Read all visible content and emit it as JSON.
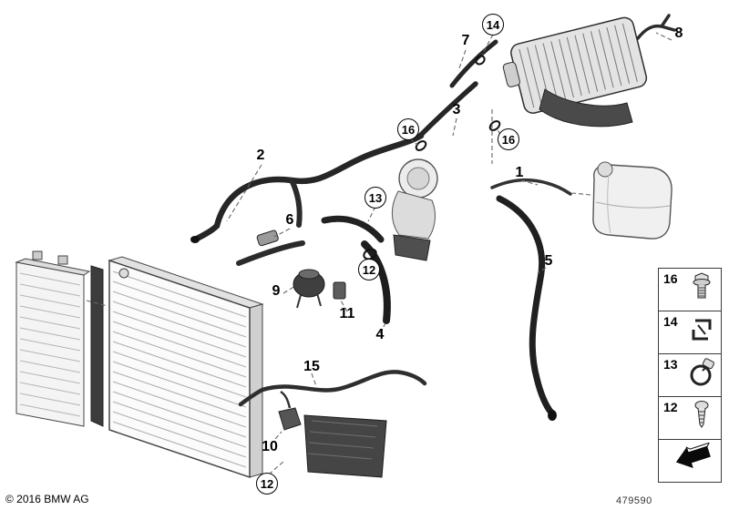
{
  "footer": {
    "copyright": "© 2016 BMW AG",
    "part_number": "479590"
  },
  "callouts": [
    {
      "label": "14",
      "circled": true
    },
    {
      "label": "7",
      "circled": false
    },
    {
      "label": "8",
      "circled": false
    },
    {
      "label": "3",
      "circled": false
    },
    {
      "label": "16",
      "circled": true
    },
    {
      "label": "16",
      "circled": true
    },
    {
      "label": "2",
      "circled": false
    },
    {
      "label": "1",
      "circled": false
    },
    {
      "label": "13",
      "circled": true
    },
    {
      "label": "6",
      "circled": false
    },
    {
      "label": "5",
      "circled": false
    },
    {
      "label": "12",
      "circled": true
    },
    {
      "label": "9",
      "circled": false
    },
    {
      "label": "11",
      "circled": false
    },
    {
      "label": "4",
      "circled": false
    },
    {
      "label": "15",
      "circled": false
    },
    {
      "label": "10",
      "circled": false
    },
    {
      "label": "12",
      "circled": true
    }
  ],
  "legend": {
    "items": [
      {
        "label": "16",
        "icon": "bolt-icon"
      },
      {
        "label": "14",
        "icon": "retaining-clip-icon"
      },
      {
        "label": "13",
        "icon": "hose-clamp-icon"
      },
      {
        "label": "12",
        "icon": "screw-icon"
      },
      {
        "label": "",
        "icon": "direction-arrow-icon"
      }
    ]
  },
  "colors": {
    "background": "#ffffff",
    "hose_line": "#1f1f1f",
    "leader_line": "#666666"
  }
}
